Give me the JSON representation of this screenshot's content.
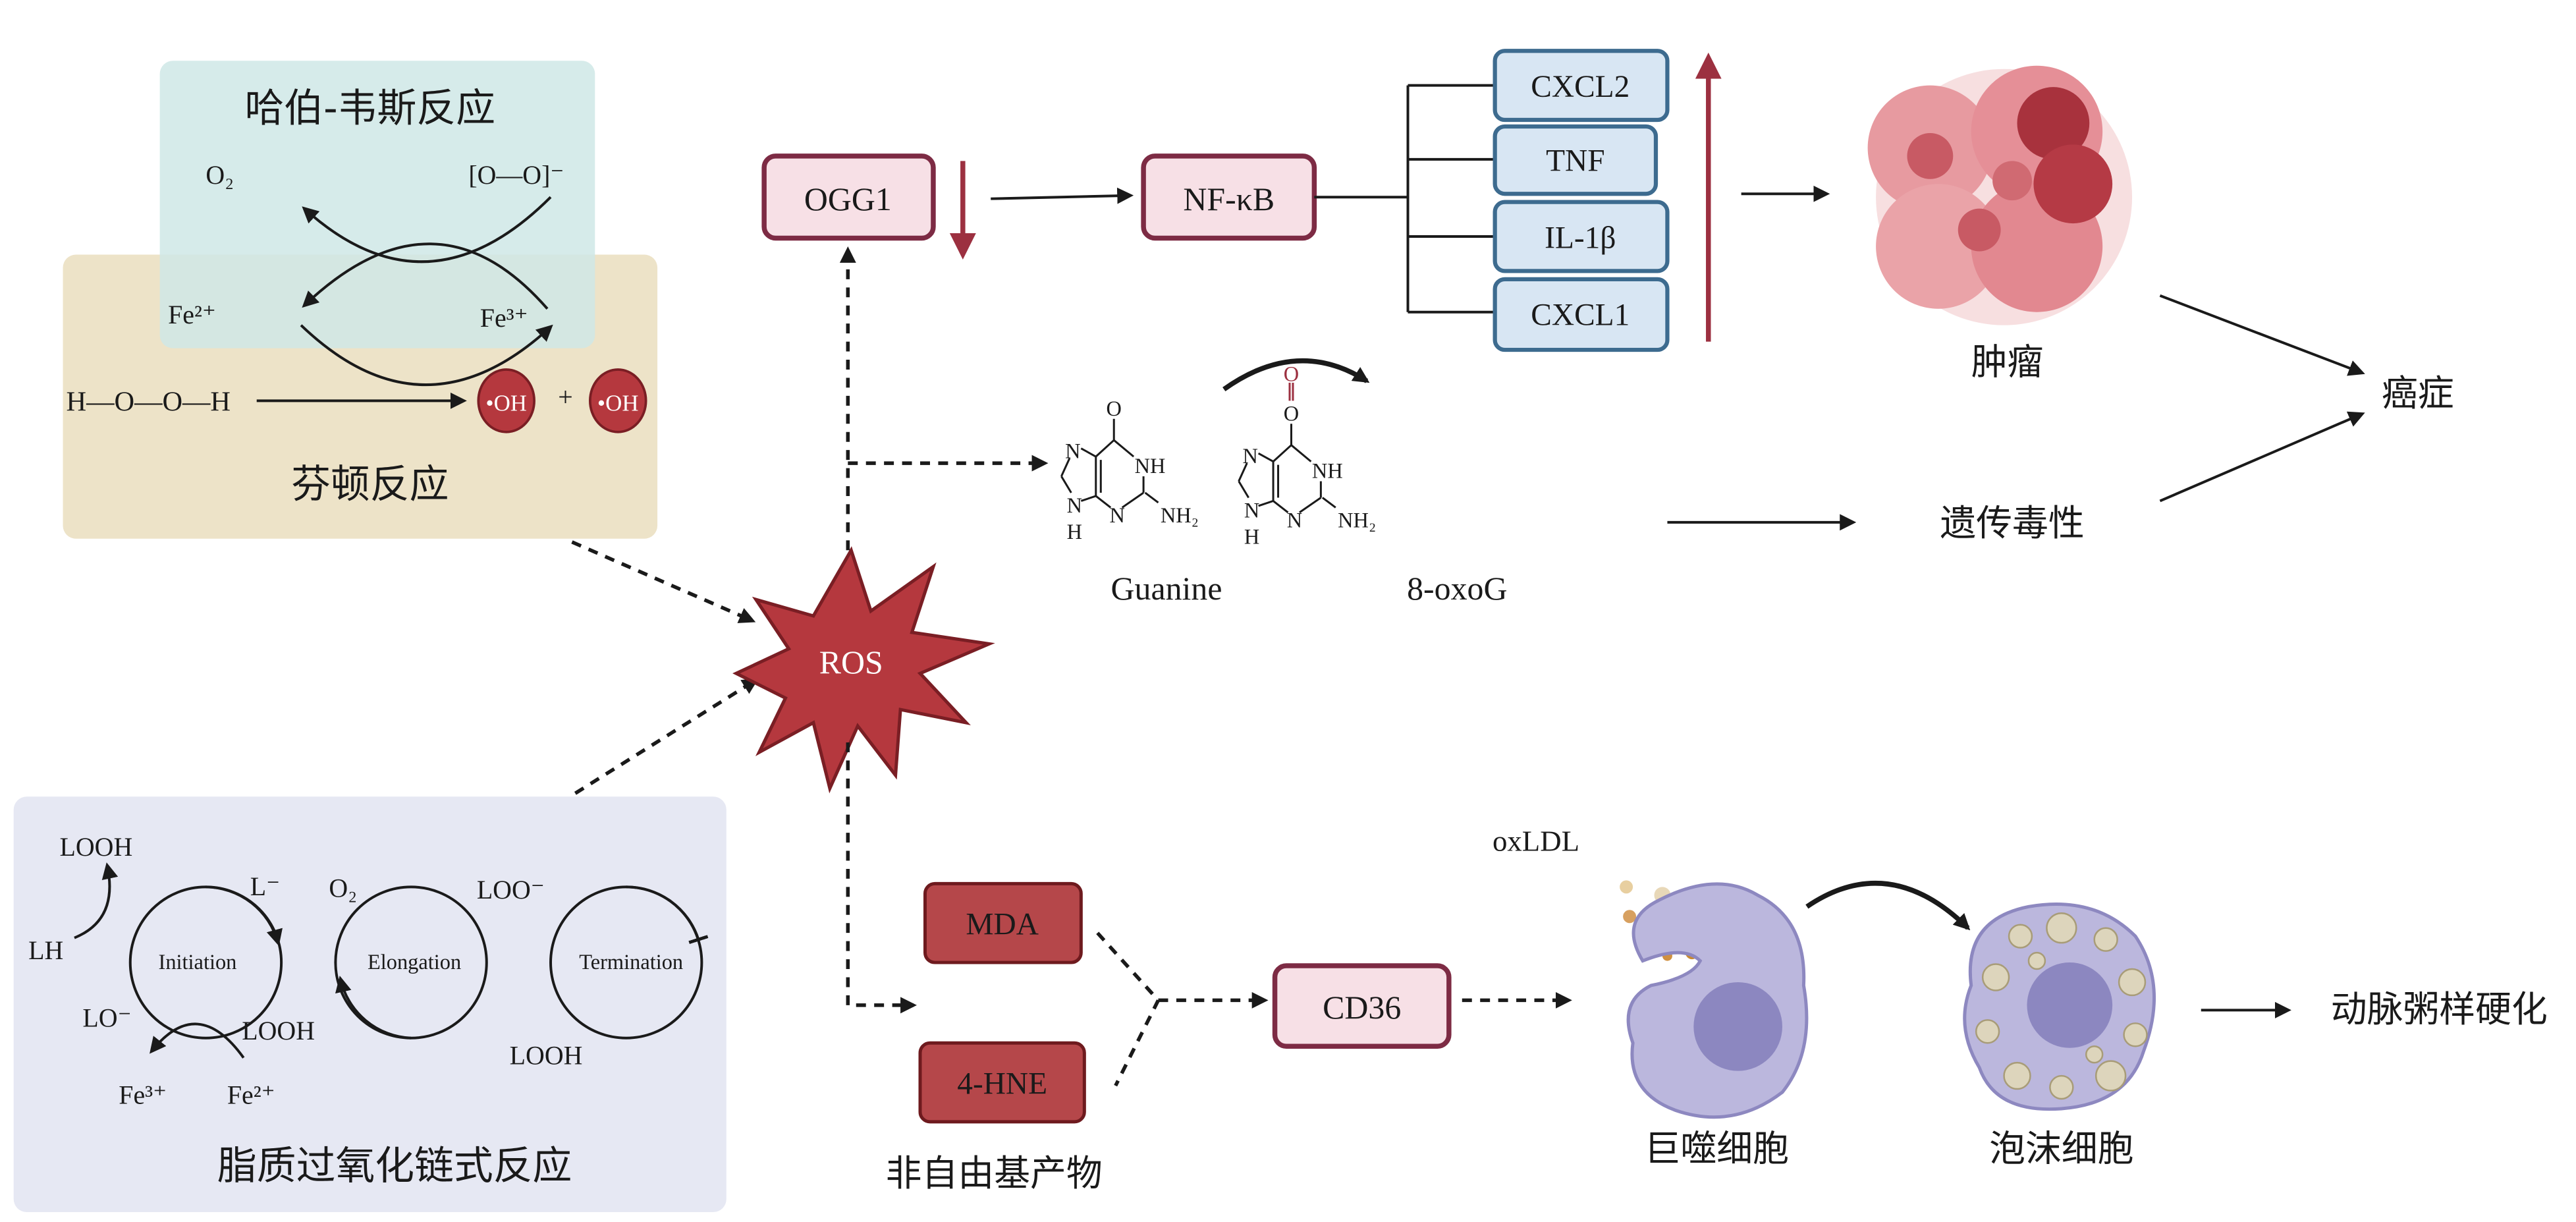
{
  "haber_weiss": {
    "title": "哈伯-韦斯反应",
    "o2": "O₂",
    "superoxide": "[O—O]⁻"
  },
  "fenton": {
    "title": "芬顿反应",
    "fe2": "Fe²⁺",
    "fe3": "Fe³⁺",
    "h2o2": "H—O—O—H",
    "oh1": "•OH",
    "plus": "+",
    "oh2": "•OH"
  },
  "lipid": {
    "title": "脂质过氧化链式反应",
    "looh_top": "LOOH",
    "lh": "LH",
    "l_radical": "L⁻",
    "lo": "LO⁻",
    "looh_mid": "LOOH",
    "fe3": "Fe³⁺",
    "fe2": "Fe²⁺",
    "o2": "O₂",
    "loo": "LOO⁻",
    "looh_bottom": "LOOH",
    "initiation": "Initiation",
    "elongation": "Elongation",
    "termination": "Termination"
  },
  "ros": "ROS",
  "ogg1": "OGG1",
  "nfkb": "NF-κB",
  "cytokines": [
    "CXCL2",
    "TNF",
    "IL-1β",
    "CXCL1"
  ],
  "tumor": "肿瘤",
  "cancer": "癌症",
  "guanine": {
    "label": "Guanine",
    "o": "O",
    "n7": "N",
    "nh": "NH",
    "n9": "N",
    "h9": "H",
    "n3": "N",
    "nh2": "NH₂"
  },
  "oxog": {
    "label": "8-oxoG",
    "o_red": "O"
  },
  "genotoxicity": "遗传毒性",
  "mda": "MDA",
  "hne": "4-HNE",
  "non_radical": "非自由基产物",
  "cd36": "CD36",
  "oxldl": "oxLDL",
  "macrophage": "巨噬细胞",
  "foam_cell": "泡沫细胞",
  "atherosclerosis": "动脉粥样硬化",
  "colors": {
    "teal_box": "#d6e9e6",
    "beige_box": "#ede3c8",
    "lavender_box": "#e6e8f3",
    "dark_red": "#b5474a",
    "pink_fill": "#f7e0e6",
    "pink_border": "#7d2b44",
    "blue_fill": "#d8e6f3",
    "blue_border": "#3d6b8f",
    "arrow_red": "#9c3040"
  }
}
